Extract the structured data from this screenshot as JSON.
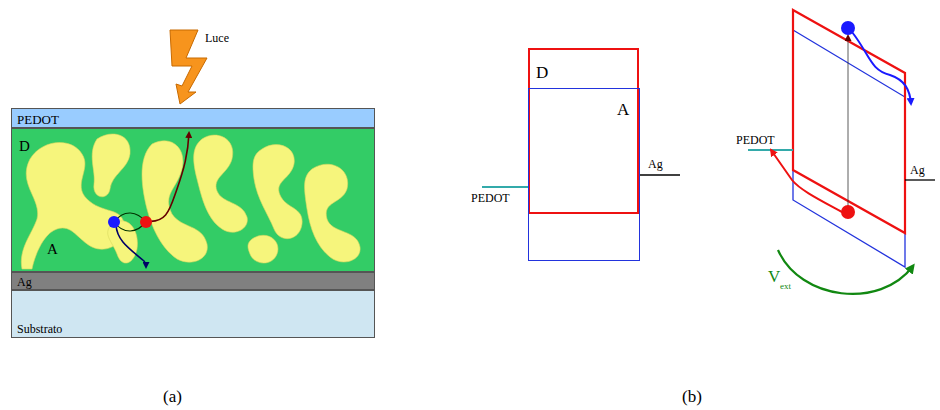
{
  "diagram": {
    "nodes": [
      {
        "text": [
          "PEDOT"
        ]
      },
      {
        "text": [
          "D",
          "A"
        ]
      },
      {
        "text": [
          "Ag"
        ]
      },
      {
        "text": [
          "Substrato"
        ]
      },
      {
        "text": [
          "D"
        ]
      },
      {
        "text": [
          "A"
        ]
      }
    ],
    "labels": [
      "Luce",
      "(a)",
      "(b)",
      "PEDOT",
      "Ag",
      "PEDOT",
      "Ag",
      "V",
      "ext"
    ]
  }
}
